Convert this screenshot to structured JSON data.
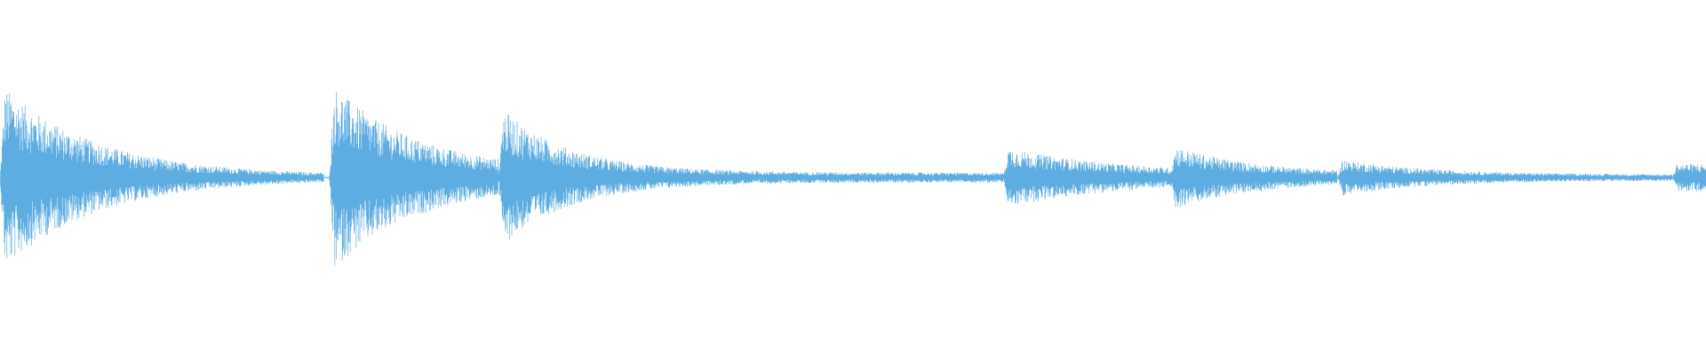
{
  "waveform": {
    "color": "#5DADE2",
    "background": "#FFFFFF",
    "duration_ratio_note": "",
    "segments": [
      {
        "start": 0.0,
        "end": 0.19,
        "peak": 0.95,
        "decay": 0.055,
        "floor": 0.02
      },
      {
        "start": 0.193,
        "end": 0.292,
        "peak": 0.97,
        "decay": 0.05,
        "floor": 0.06
      },
      {
        "start": 0.292,
        "end": 0.59,
        "peak": 0.73,
        "decay": 0.04,
        "floor": 0.05
      },
      {
        "start": 0.588,
        "end": 0.687,
        "peak": 0.31,
        "decay": 0.07,
        "floor": 0.03
      },
      {
        "start": 0.686,
        "end": 0.784,
        "peak": 0.33,
        "decay": 0.05,
        "floor": 0.03
      },
      {
        "start": 0.784,
        "end": 0.98,
        "peak": 0.19,
        "decay": 0.05,
        "floor": 0.03
      },
      {
        "start": 0.98,
        "end": 1.0,
        "peak": 0.14,
        "decay": 0.2,
        "floor": 0.1
      }
    ]
  }
}
